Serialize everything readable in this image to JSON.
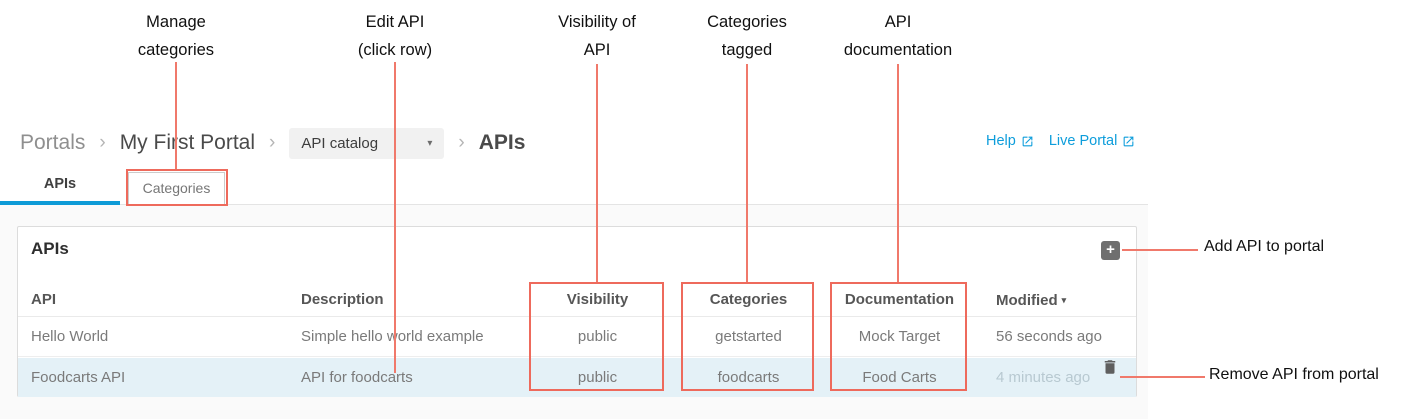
{
  "annotations": {
    "accent_color": "#ee6a5c",
    "top_labels": [
      {
        "line1": "Manage",
        "line2": "categories"
      },
      {
        "line1": "Edit API",
        "line2": "(click row)"
      },
      {
        "line1": "Visibility of",
        "line2": "API"
      },
      {
        "line1": "Categories",
        "line2": "tagged"
      },
      {
        "line1": "API",
        "line2": "documentation"
      }
    ],
    "add_label": "Add API to portal",
    "remove_label": "Remove API from portal"
  },
  "breadcrumb": {
    "root": "Portals",
    "portal": "My First Portal",
    "dropdown_value": "API catalog",
    "current": "APIs",
    "separator": "›"
  },
  "header_links": {
    "help": "Help",
    "live_portal": "Live Portal",
    "link_color": "#0d9ddb"
  },
  "tabs": {
    "apis": "APIs",
    "categories": "Categories",
    "active_underline_color": "#0d9bd7"
  },
  "icons": {
    "plus": "+",
    "caret_down": "▾"
  },
  "panel": {
    "title": "APIs",
    "table": {
      "headers": {
        "api": "API",
        "description": "Description",
        "visibility": "Visibility",
        "categories": "Categories",
        "documentation": "Documentation",
        "modified": "Modified"
      },
      "sort_indicator": "▾",
      "rows": [
        {
          "api": "Hello World",
          "description": "Simple hello world example",
          "visibility": "public",
          "categories": "getstarted",
          "documentation": "Mock Target",
          "modified": "56 seconds ago"
        },
        {
          "api": "Foodcarts API",
          "description": "API for foodcarts",
          "visibility": "public",
          "categories": "foodcarts",
          "documentation": "Food Carts",
          "modified": "4 minutes ago"
        }
      ],
      "selected_row_bg": "#e4f1f7"
    }
  }
}
